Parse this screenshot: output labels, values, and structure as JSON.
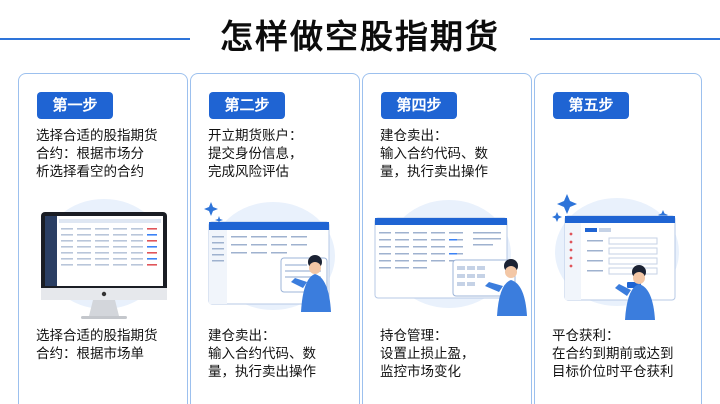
{
  "title": "怎样做空股指期货",
  "cards": [
    {
      "badge": "第一步",
      "desc": [
        "选择合适的股指期货",
        "合约：根据市场分",
        "析选择看空的合约"
      ],
      "foot": [
        "选择合适的股指期货",
        "合约：根据市场单"
      ],
      "illustration": "desktop-monitor"
    },
    {
      "badge": "第二步",
      "desc": [
        "开立期货账户：",
        "提交身份信息，",
        "完成风险评估"
      ],
      "foot": [
        "建仓卖出：",
        "输入合约代码、数",
        "量，执行卖出操作"
      ],
      "illustration": "person-with-app-window"
    },
    {
      "badge": "第四步",
      "desc": [
        "建仓卖出：",
        "输入合约代码、数",
        "量，执行卖出操作"
      ],
      "foot": [
        "持仓管理：",
        "设置止损止盈，",
        "监控市场变化"
      ],
      "illustration": "person-with-trading-table"
    },
    {
      "badge": "第五步",
      "desc": [],
      "foot": [
        "平仓获利：",
        "在合约到期前或达到",
        "目标价位时平仓获利"
      ],
      "illustration": "person-with-form-window"
    }
  ],
  "colors": {
    "accent": "#1f64d3",
    "border": "#9cc0ee",
    "light": "#e9f1fc"
  }
}
